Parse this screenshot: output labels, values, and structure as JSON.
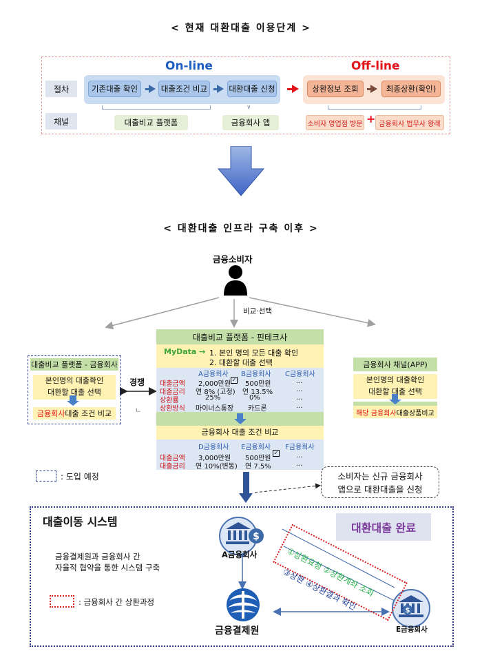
{
  "current": {
    "title": "< 현재 대환대출 이용단계 >",
    "online_label": "On-line",
    "offline_label": "Off-line",
    "row_procedure": "절차",
    "row_channel": "채널",
    "steps_online": [
      "기존대출 확인",
      "대출조건 비교",
      "대환대출 신청"
    ],
    "steps_offline": [
      "상환정보 조회",
      "최종상환(확인)"
    ],
    "channel_compare": "대출비교 플랫폼",
    "channel_app": "금융회사 앱",
    "channel_visit": "소비자 영업점 방문",
    "channel_plus": "+",
    "channel_law": "금융회사 법무사 왕래",
    "colors": {
      "online": "#1f5fbf",
      "offline": "#e0141a"
    }
  },
  "after": {
    "title": "< 대환대출 인프라 구축 이후 >",
    "consumer": "금융소비자",
    "compare_select": "비교·선택",
    "left_box": {
      "title": "대출비교 플랫폼 - 금융회사",
      "line1": "본인명의 대출확인",
      "line2": "대환할 대출 선택",
      "bottom_red": "금융회사",
      "bottom_rest": " 대출 조건 비교"
    },
    "competition": "경쟁",
    "right_box": {
      "title": "금융회사 채널(APP)",
      "line1": "본인명의 대출확인",
      "line2": "대환할 대출 선택",
      "bottom_red": "해당 금융회사",
      "bottom_rest": "대출상품비교"
    },
    "center": {
      "title": "대출비교 플랫폼 - 핀테크사",
      "mydata": "MyData →",
      "step1": "1. 본인 명의 모든 대출 확인",
      "step2": "2. 대환할 대출 선택",
      "cols_top": [
        "A금융회사",
        "B금융회사",
        "C금융회사"
      ],
      "labels_top": [
        "대출금액",
        "대출금리",
        "상환률",
        "상환방식"
      ],
      "col_a": [
        "2,000만원",
        "연 8% (고정)",
        "25%",
        "마이너스통장"
      ],
      "col_b": [
        "500만원",
        "연 13.5%",
        "0%",
        "카드론"
      ],
      "col_c": [
        "...",
        "...",
        "...",
        "..."
      ],
      "compare_title": "금융회사 대출 조건 비교",
      "cols_bottom": [
        "D금융회사",
        "E금융회사",
        "F금융회사"
      ],
      "labels_bottom": [
        "대출금액",
        "대출금리"
      ],
      "col_d": [
        "3,000만원",
        "연 10%(변동)"
      ],
      "col_e": [
        "500만원",
        "연 7.5%"
      ],
      "col_f": [
        "...",
        "..."
      ]
    },
    "legend_planned": ": 도입 예정",
    "callout_line1": "소비자는 신규 금융회사",
    "callout_line2": "앱으로 대환대출을 신청"
  },
  "system": {
    "title": "대출이동 시스템",
    "desc1": "금융결제원과 금융회사 간",
    "desc2": "자율적 협약을 통한 시스템 구축",
    "legend_repay": ": 금융회사 간 상환과정",
    "complete": "대환대출 완료",
    "bank_a": "A금융회사",
    "bank_e": "E금융회사",
    "kftc": "금융결제원",
    "step1": "①상환요청",
    "step2": "②상환계좌 조회",
    "step3": "③상환",
    "step4": "④상환결과 확인"
  }
}
